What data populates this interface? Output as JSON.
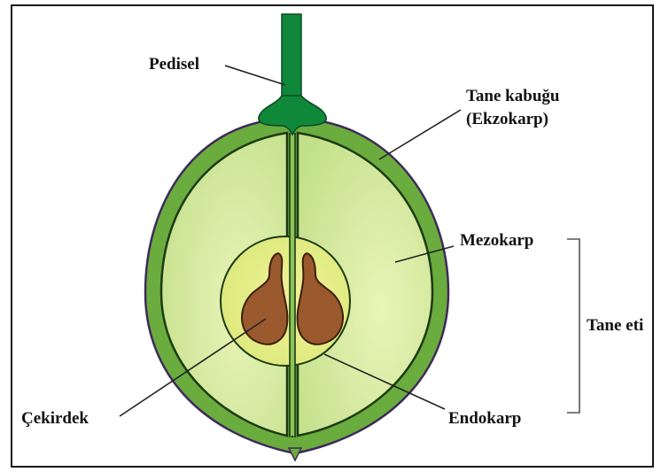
{
  "labels": {
    "pedisel": "Pedisel",
    "tane_kabugu_line1": "Tane kabuğu",
    "tane_kabugu_line2": "(Ekzokarp)",
    "mezokarp": "Mezokarp",
    "tane_eti": "Tane eti",
    "cekirdek": "Çekirdek",
    "endokarp": "Endokarp"
  },
  "colors": {
    "pedicel": "#10883a",
    "skin": "#6aac3e",
    "mesocarp": "#cbe79a",
    "endocarp": "#e7ee84",
    "seed": "#9a5a2e",
    "outline": "#1c3a12"
  }
}
